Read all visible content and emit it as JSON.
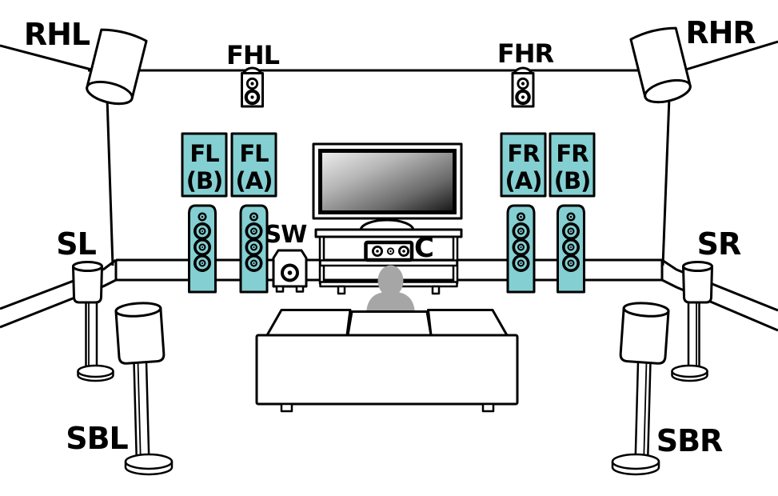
{
  "diagram": {
    "labels": {
      "rear_height_left": "RHL",
      "rear_height_right": "RHR",
      "front_height_left": "FHL",
      "front_height_right": "FHR",
      "front_left_b": {
        "line1": "FL",
        "line2": "(B)"
      },
      "front_left_a": {
        "line1": "FL",
        "line2": "(A)"
      },
      "front_right_a": {
        "line1": "FR",
        "line2": "(A)"
      },
      "front_right_b": {
        "line1": "FR",
        "line2": "(B)"
      },
      "surround_left": "SL",
      "surround_right": "SR",
      "subwoofer": "SW",
      "center": "C",
      "surround_back_left": "SBL",
      "surround_back_right": "SBR"
    },
    "colors": {
      "highlight_teal": "#84cfd2",
      "line_black": "#000000",
      "person_gray": "#a6a6a6",
      "background": "#ffffff"
    }
  }
}
